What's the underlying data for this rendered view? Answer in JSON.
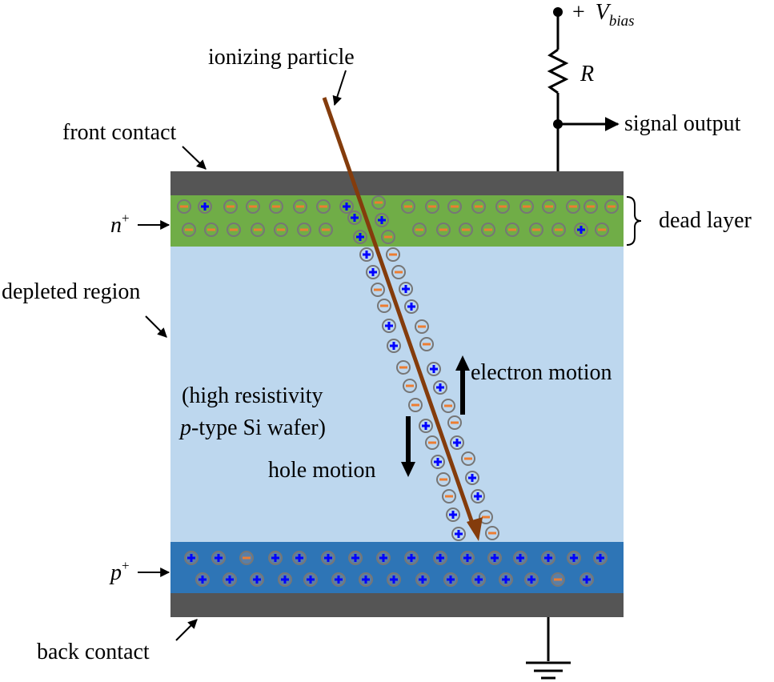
{
  "labels": {
    "bias_plus": "+",
    "bias_v": "V",
    "bias_sub": "bias",
    "resistor": "R",
    "signal_output": "signal output",
    "ionizing_particle": "ionizing particle",
    "front_contact": "front contact",
    "n_plus_base": "n",
    "n_plus_sup": "+",
    "dead_layer": "dead layer",
    "depleted_region": "depleted region",
    "wafer_line1": "(high resistivity",
    "wafer_line2_italic": "p",
    "wafer_line2_rest": "-type Si wafer)",
    "electron_motion": "electron motion",
    "hole_motion": "hole motion",
    "p_plus_base": "p",
    "p_plus_sup": "+",
    "back_contact": "back contact"
  },
  "colors": {
    "contact": "#555555",
    "n_plus_layer": "#70ad47",
    "depleted_region": "#bdd7ee",
    "p_plus_layer": "#2e75b6",
    "particle_track": "#843c0c",
    "electron_sign": "#ed7d31",
    "hole_sign": "#0000ff",
    "carrier_outline": "#767676",
    "hole_fill_dark": "#5b7fa6"
  },
  "icons": {
    "electron": "minus-circle",
    "hole": "plus-circle",
    "ground": "ground-symbol",
    "resistor": "zigzag-resistor"
  }
}
